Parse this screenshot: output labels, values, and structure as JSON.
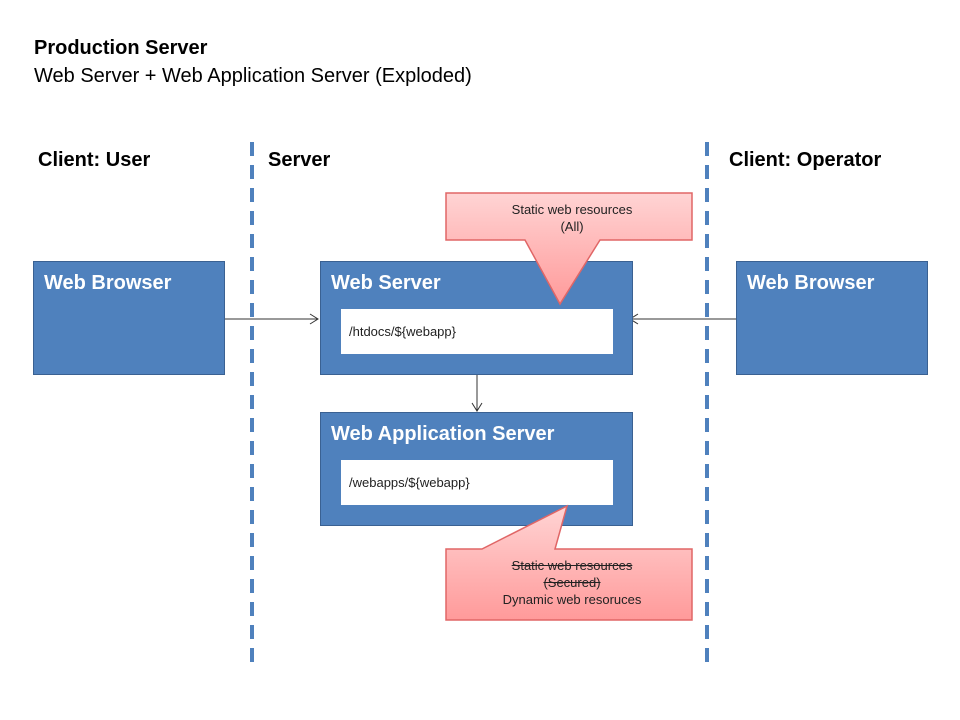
{
  "header": {
    "title": "Production Server",
    "subtitle": "Web Server + Web Application Server (Exploded)"
  },
  "lanes": {
    "user": "Client: User",
    "server": "Server",
    "operator": "Client: Operator"
  },
  "nodes": {
    "browser_user": {
      "title": "Web Browser"
    },
    "web_server": {
      "title": "Web Server",
      "path": "/htdocs/${webapp}"
    },
    "browser_operator": {
      "title": "Web Browser"
    },
    "app_server": {
      "title": "Web Application Server",
      "path": "/webapps/${webapp}"
    }
  },
  "callouts": {
    "top": {
      "line1": "Static web resources",
      "line2": "(All)"
    },
    "bottom": {
      "line1": "Static web resources",
      "line2": "(Secured)",
      "line3": "Dynamic web resoruces"
    }
  },
  "colors": {
    "node_fill": "#4f81bd",
    "lane_divider": "#4f81bd",
    "callout_fill": "#ff9a9a",
    "callout_border": "#e06666"
  }
}
